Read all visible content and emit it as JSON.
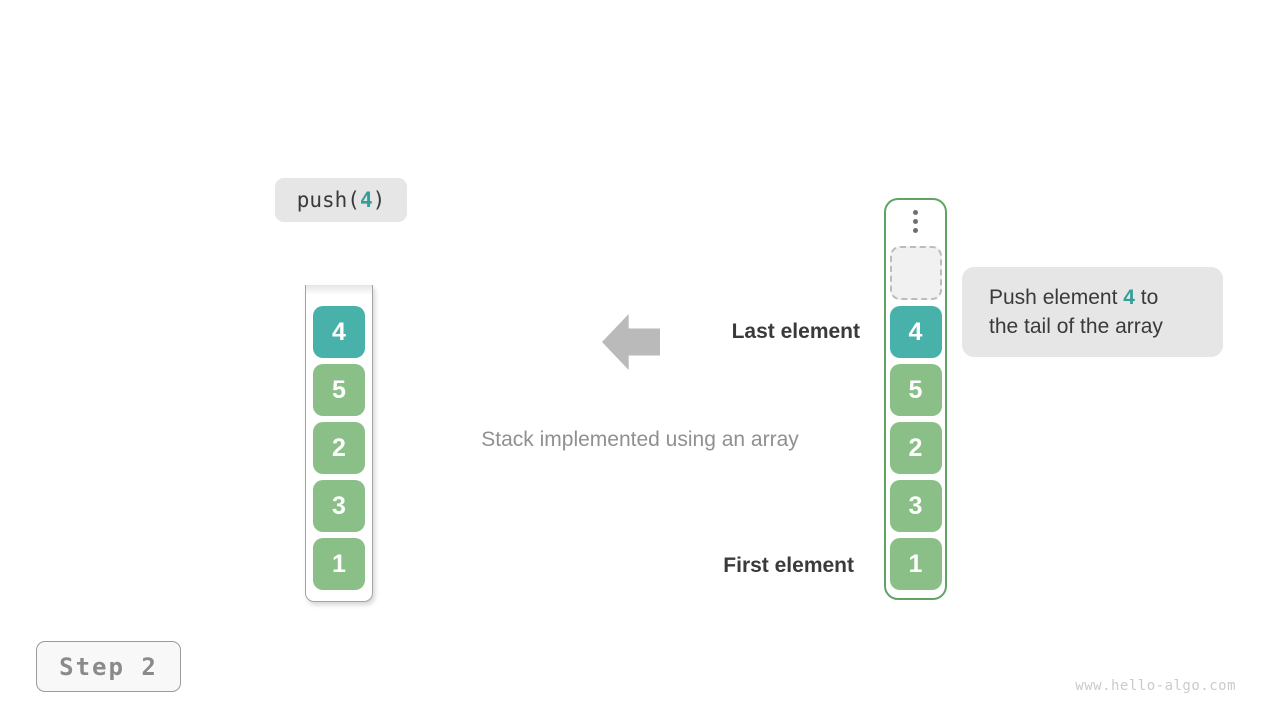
{
  "colors": {
    "teal": "#48b2aa",
    "green": "#8abf87",
    "accent_teal": "#33a098",
    "array_border": "#5fa463",
    "stack_border": "#a3a3a3",
    "arrow_gray": "#bababa",
    "label_bg": "#e6e6e6",
    "text_dark": "#3a3a3a",
    "text_gray": "#909090",
    "dot_gray": "#6f6f6f",
    "dashed_border": "#bcbcbc",
    "dashed_bg": "#f1f1f1",
    "step_bg": "#f8f8f8",
    "step_border": "#9b9b9b",
    "step_text": "#8a8a8a",
    "watermark_gray": "#cbcbcb"
  },
  "operation": {
    "prefix": "push(",
    "value": "4",
    "suffix": ")"
  },
  "stack": {
    "cells": [
      {
        "value": "4",
        "highlight": true
      },
      {
        "value": "5",
        "highlight": false
      },
      {
        "value": "2",
        "highlight": false
      },
      {
        "value": "3",
        "highlight": false
      },
      {
        "value": "1",
        "highlight": false
      }
    ]
  },
  "array": {
    "ellipsis_icon": "vertical-dots",
    "empty_slot": "dashed-placeholder",
    "cells": [
      {
        "value": "4",
        "highlight": true
      },
      {
        "value": "5",
        "highlight": false
      },
      {
        "value": "2",
        "highlight": false
      },
      {
        "value": "3",
        "highlight": false
      },
      {
        "value": "1",
        "highlight": false
      }
    ]
  },
  "labels": {
    "last_element": "Last element",
    "first_element": "First element",
    "caption": "Stack implemented using an array"
  },
  "tooltip": {
    "line1_pre": "Push element ",
    "value": "4",
    "line1_post": " to",
    "line2": "the tail of the array"
  },
  "step": {
    "label": "Step 2"
  },
  "watermark": "www.hello-algo.com"
}
